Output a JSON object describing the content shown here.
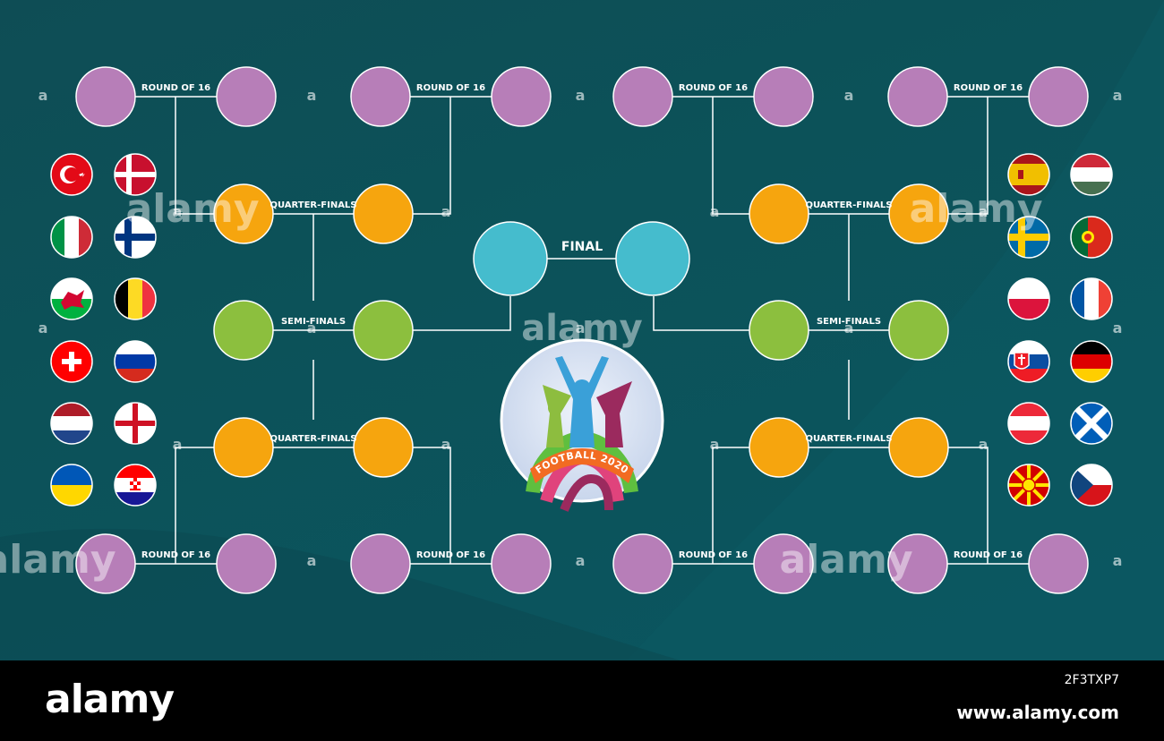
{
  "labels": {
    "round_of_16": "ROUND OF 16",
    "quarter_finals": "QUARTER-FINALS",
    "semi_finals": "SEMI-FINALS",
    "final": "FINAL"
  },
  "logo": {
    "text": "FOOTBALL 2020"
  },
  "watermark": {
    "text": "alamy",
    "short": "a"
  },
  "footer": {
    "brand": "alamy",
    "image_id": "2F3TXP7",
    "url": "www.alamy.com"
  },
  "colors": {
    "background": "#0c5259",
    "round_of_16": "#b77eb8",
    "quarter_finals": "#f6a50e",
    "semi_finals": "#8cbf3e",
    "final": "#45bccd",
    "connector": "#ffffff"
  },
  "flags": {
    "left": [
      [
        "turkey-flag",
        "denmark-flag"
      ],
      [
        "italy-flag",
        "finland-flag"
      ],
      [
        "wales-flag",
        "belgium-flag"
      ],
      [
        "switzerland-flag",
        "russia-flag"
      ],
      [
        "netherlands-flag",
        "england-flag"
      ],
      [
        "ukraine-flag",
        "croatia-flag"
      ]
    ],
    "right": [
      [
        "spain-flag",
        "hungary-flag"
      ],
      [
        "sweden-flag",
        "portugal-flag"
      ],
      [
        "poland-flag",
        "france-flag"
      ],
      [
        "slovakia-flag",
        "germany-flag"
      ],
      [
        "austria-flag",
        "scotland-flag"
      ],
      [
        "north-macedonia-flag",
        "czech-republic-flag"
      ]
    ]
  }
}
